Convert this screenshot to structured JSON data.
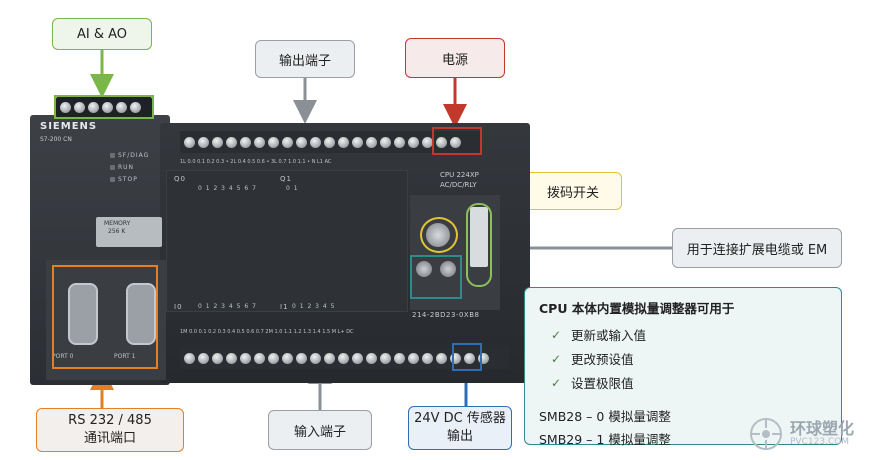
{
  "callouts": {
    "ai_ao": "AI & AO",
    "outputs": "输出端子",
    "power": "电源",
    "dip_switch": "拨码开关",
    "expansion": "用于连接扩展电缆或 EM",
    "rs232": "RS 232 / 485",
    "rs232_sub": "通讯端口",
    "inputs": "输入端子",
    "sensor": "24V DC 传感器",
    "sensor_sub": "输出"
  },
  "panel": {
    "title": "CPU 本体内置模拟量调整器可用于",
    "items": [
      "更新或输入值",
      "更改预设值",
      "设置极限值"
    ],
    "smb": [
      "SMB28 – 0 模拟量调整",
      "SMB29 – 1 模拟量调整"
    ]
  },
  "plc": {
    "brand": "SIEMENS",
    "model": "S7-200 CN",
    "cpu": "CPU 224XP",
    "cpu_sub": "AC/DC/RLY",
    "order_no": "214-2BD23-0XB8",
    "memory": "MEMORY",
    "memory_size": "256 K",
    "led1": "SF/DIAG",
    "led2": "RUN",
    "led3": "STOP",
    "port0": "PORT 0",
    "port1": "PORT 1",
    "out_row0": "Q0",
    "out_digits0": "0 1 2 3 4 5 6 7",
    "out_row1": "Q1",
    "out_digits1": "0 1",
    "in_row0": "I0",
    "in_digits0": "0 1 2 3 4 5 6 7",
    "in_row1": "I1",
    "in_digits1": "0 1 2 3 4 5",
    "top_term_label": "1L  0.0  0.1  0.2  0.3  •  2L  0.4  0.5  0.6  •  3L  0.7  1.0  1.1  •  N  L1  AC",
    "bottom_term_label": "1M  0.0  0.1  0.2  0.3  0.4  0.5  0.6  0.7  2M  1.0  1.1  1.2  1.3  1.4  1.5  M  L+  DC"
  },
  "logo": {
    "name": "环球塑化",
    "site": "PVC123.COM"
  },
  "colors": {
    "green": "#7ab648",
    "red": "#c0392b",
    "yellow": "#e2c631",
    "orange": "#e67e22",
    "blue": "#2f6db5",
    "teal": "#2e8b8b",
    "gray": "#9aa0a6"
  }
}
